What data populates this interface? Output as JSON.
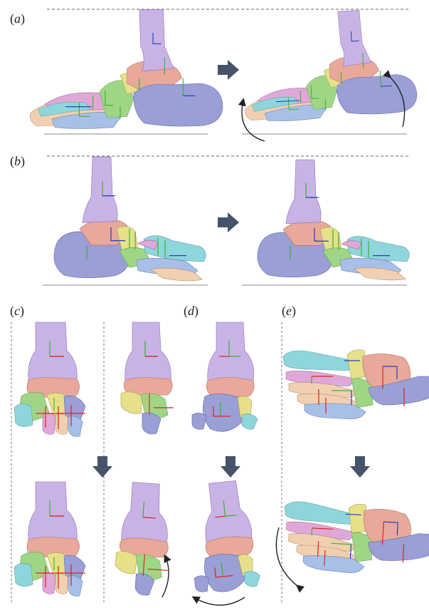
{
  "panels": [
    {
      "id": "a",
      "label_open": "(",
      "letter": "a",
      "label_close": ")"
    },
    {
      "id": "b",
      "label_open": "(",
      "letter": "b",
      "label_close": ")"
    },
    {
      "id": "c",
      "label_open": "(",
      "letter": "c",
      "label_close": ")"
    },
    {
      "id": "d",
      "label_open": "(",
      "letter": "d",
      "label_close": ")"
    },
    {
      "id": "e",
      "label_open": "(",
      "letter": "e",
      "label_close": ")"
    }
  ],
  "colors": {
    "tibia": "#c9b3e6",
    "talus": "#e8a89a",
    "calcaneus": "#9a9fd6",
    "navicular": "#e6e08a",
    "cuboid": "#9fd686",
    "metatarsal_cyan": "#8fd6dc",
    "metatarsal_pink": "#e0a8d8",
    "metatarsal_peach": "#f0d0b0",
    "metatarsal_blue": "#a8c0e8",
    "arrow": "#455468",
    "axis_red": "#e02020",
    "axis_green": "#3cb030",
    "axis_blue": "#2040c0",
    "guide_line": "#666666"
  },
  "icons": [
    "right-arrow-icon",
    "down-arrow-icon",
    "curved-rotation-arrow-icon"
  ]
}
